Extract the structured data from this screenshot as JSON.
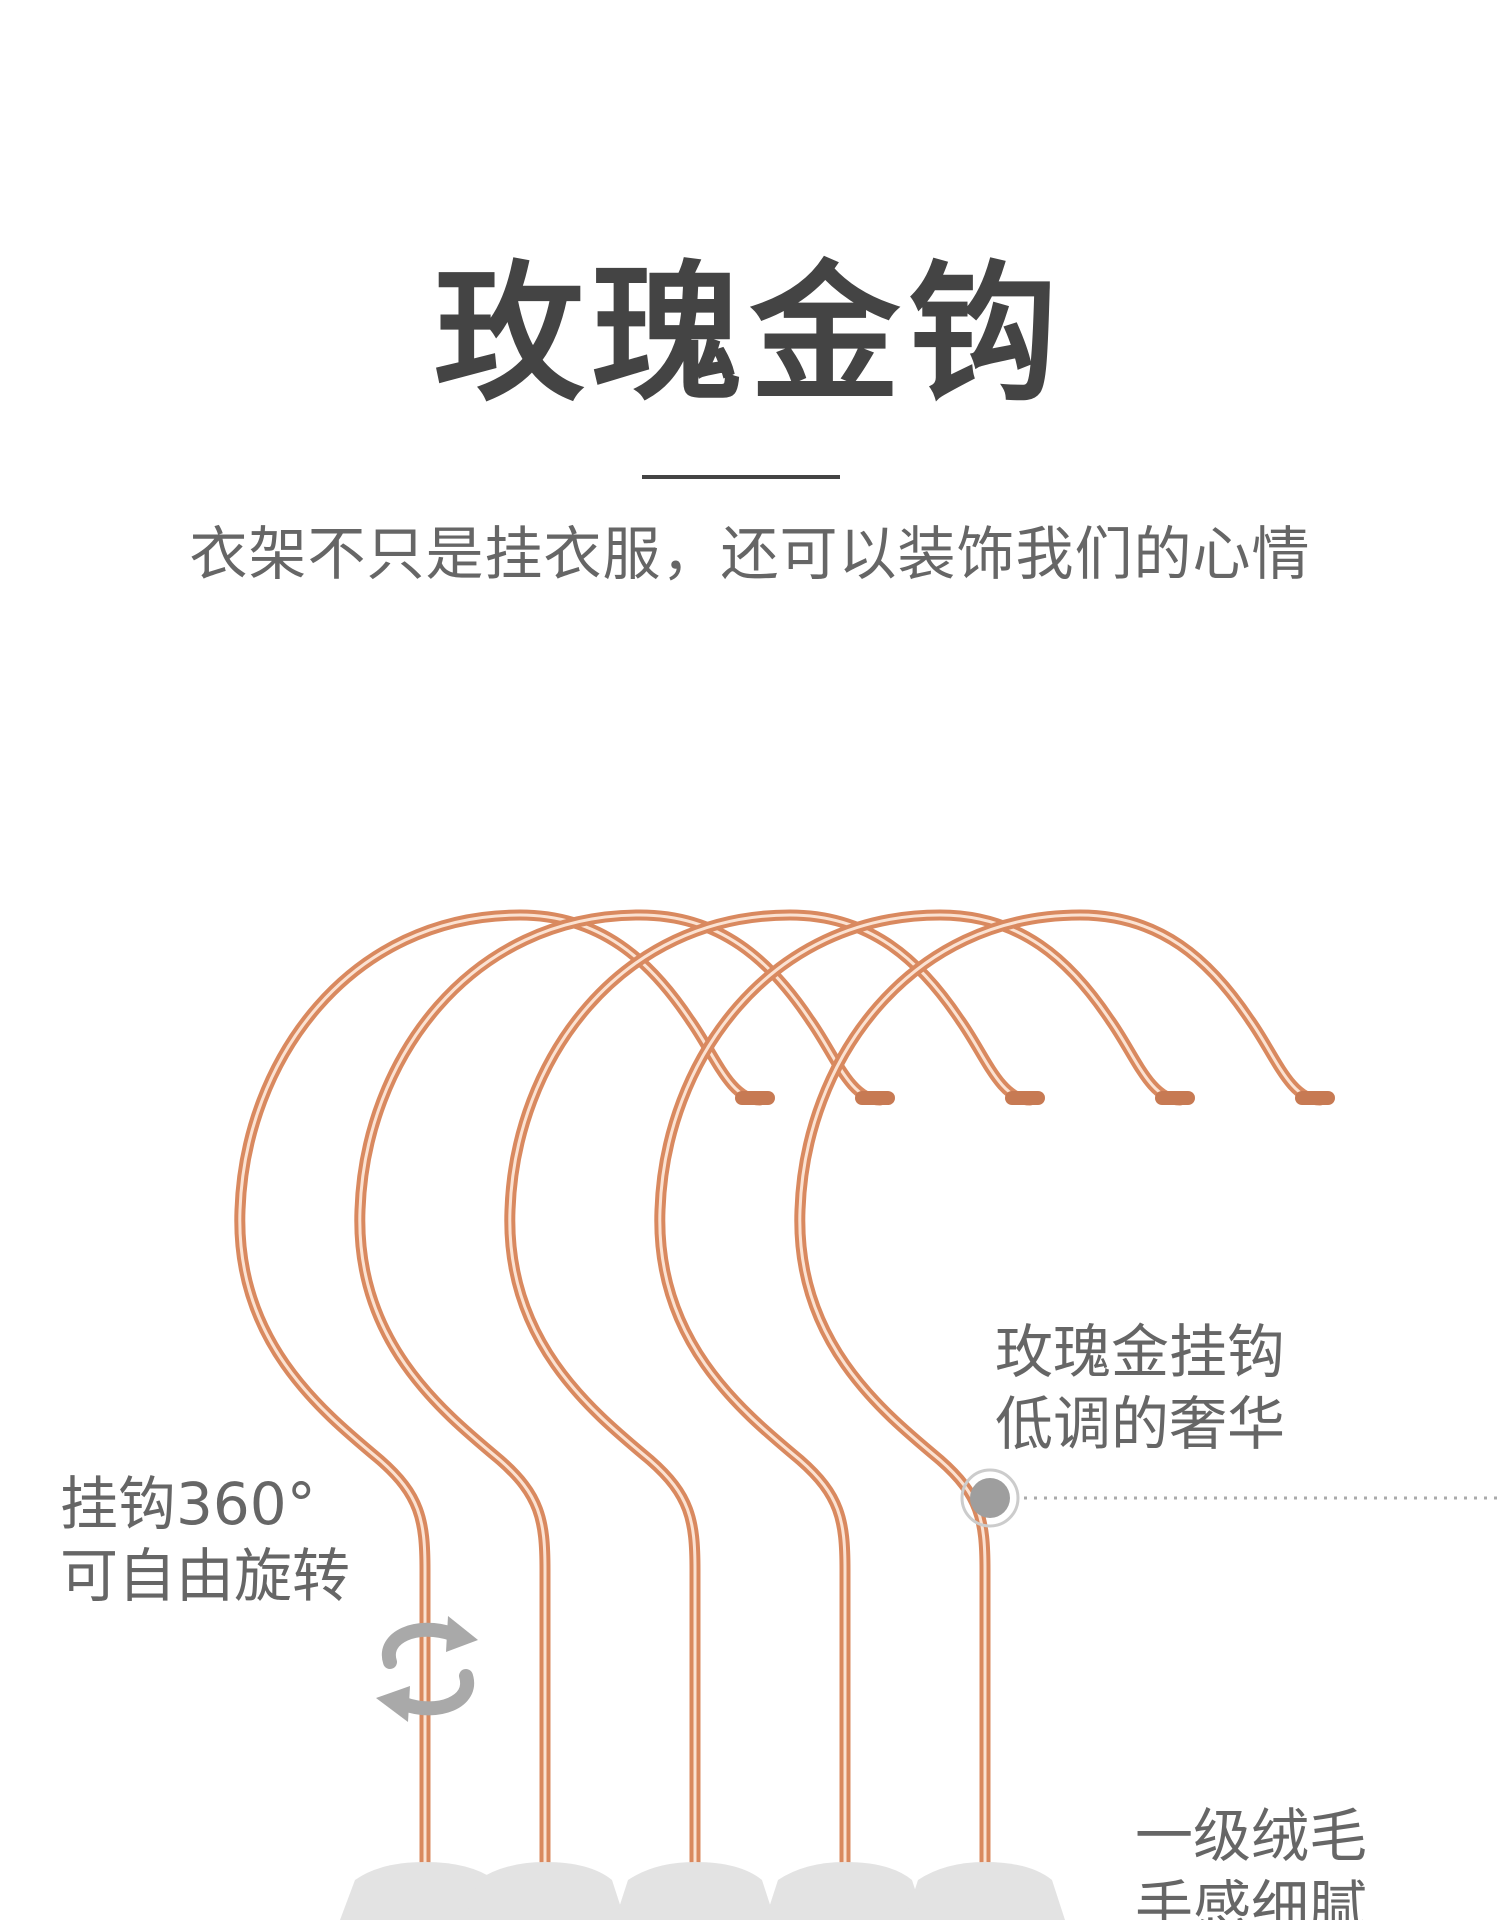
{
  "header": {
    "title": "玫瑰金钩",
    "subtitle": "衣架不只是挂衣服，还可以装饰我们的心情"
  },
  "callouts": {
    "rotation": {
      "line1": "挂钩360°",
      "line2": "可自由旋转"
    },
    "material": {
      "line1": "玫瑰金挂钩",
      "line2": "低调的奢华"
    },
    "flocking": {
      "line1": "一级绒毛",
      "line2": "手感细腻"
    }
  },
  "colors": {
    "hook_rose_gold": "#e8a27d",
    "hook_highlight": "#fbe2d2",
    "hook_shadow": "#c77a53",
    "title_text": "#444444",
    "body_text": "#666666",
    "marker_dot": "#9e9e9e",
    "base_pad": "#d9d9d9"
  },
  "icons": {
    "rotate": "rotate-arrows-icon",
    "marker": "callout-marker-icon"
  }
}
